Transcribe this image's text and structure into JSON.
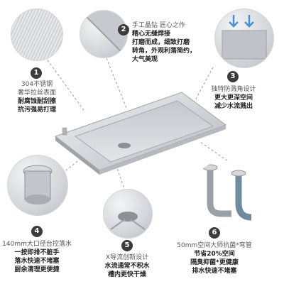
{
  "features": [
    {
      "number": "1",
      "lines": [
        "304不锈钢",
        "奢华拉丝表面"
      ],
      "bold_lines": [
        "耐腐蚀耐刮擦",
        "抗污强易打理"
      ]
    },
    {
      "number": "2",
      "lines": [
        "手工晶钻 匠心之作"
      ],
      "bold_lines": [
        "精心无缝焊接",
        "打磨而成，细致打磨",
        "转角，外观利落简约，",
        "大气美观"
      ]
    },
    {
      "number": "3",
      "lines": [
        "独特防溅角设计"
      ],
      "bold_lines": [
        "更大更深空间",
        "减少水流溅出"
      ]
    },
    {
      "number": "4",
      "lines": [
        "140mm大口径台控落水"
      ],
      "bold_lines": [
        "一按即排不脏手",
        "落水快速不堵塞",
        "厨余清理更便捷"
      ]
    },
    {
      "number": "5",
      "lines": [
        "X导流创新设计"
      ],
      "bold_lines": [
        "水流通常不积水",
        "槽内更快干燥"
      ]
    },
    {
      "number": "6",
      "lines": [
        "50mm空间大师抗菌*弯管"
      ],
      "bold_lines": [
        "节省20%空间",
        "隔臭抑菌*更健康",
        "排水快速不堵塞"
      ]
    }
  ],
  "colors": {
    "badge": "#3c3c3c",
    "steel_light": "#e6e8ea",
    "steel_dark": "#a9adb2",
    "arrow_blue": "#4a90d9",
    "dash": "#9a9a9a"
  }
}
